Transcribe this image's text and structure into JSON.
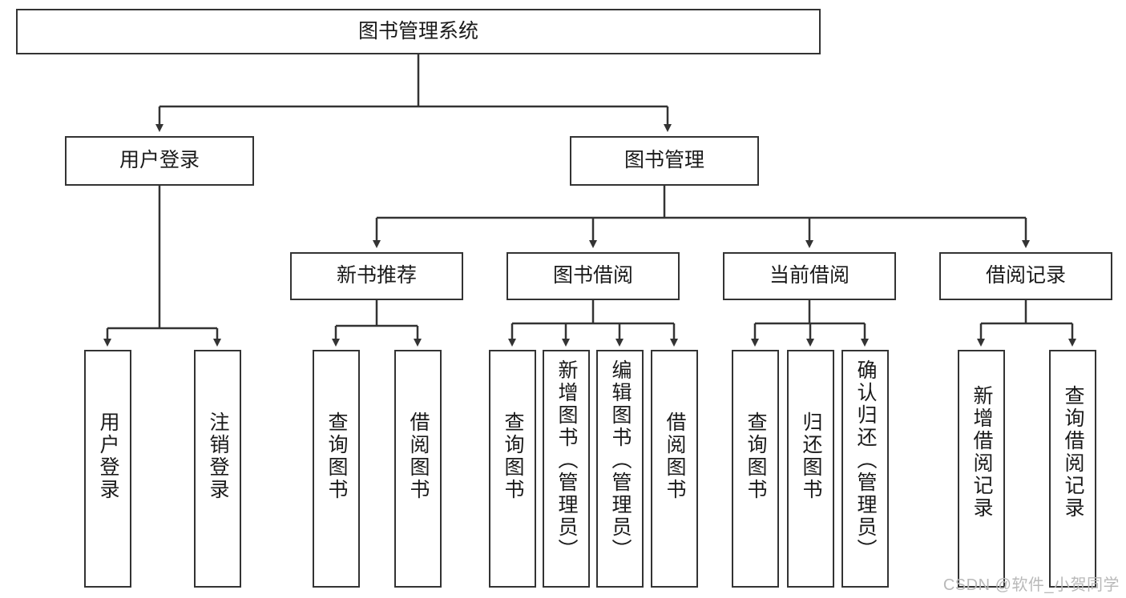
{
  "diagram": {
    "title": "图书管理系统",
    "watermark": "CSDN @软件_小贺同学",
    "colors": {
      "border": "#333333",
      "background": "#ffffff",
      "text": "#1a1a1a",
      "watermark": "#b9b9b9"
    },
    "nodes": {
      "root": {
        "label": "图书管理系统"
      },
      "level2": [
        {
          "label": "用户登录"
        },
        {
          "label": "图书管理"
        }
      ],
      "level3": [
        {
          "label": "新书推荐"
        },
        {
          "label": "图书借阅"
        },
        {
          "label": "当前借阅"
        },
        {
          "label": "借阅记录"
        }
      ],
      "leaves": {
        "user_login": [
          {
            "label": "用户登录"
          },
          {
            "label": "注销登录"
          }
        ],
        "new_book": [
          {
            "label": "查询图书"
          },
          {
            "label": "借阅图书"
          }
        ],
        "book_borrow": [
          {
            "label": "查询图书"
          },
          {
            "label": "新增图书（管理员）"
          },
          {
            "label": "编辑图书（管理员）"
          },
          {
            "label": "借阅图书"
          }
        ],
        "current_borrow": [
          {
            "label": "查询图书"
          },
          {
            "label": "归还图书"
          },
          {
            "label": "确认归还（管理员）"
          }
        ],
        "borrow_record": [
          {
            "label": "新增借阅记录"
          },
          {
            "label": "查询借阅记录"
          }
        ]
      }
    }
  }
}
